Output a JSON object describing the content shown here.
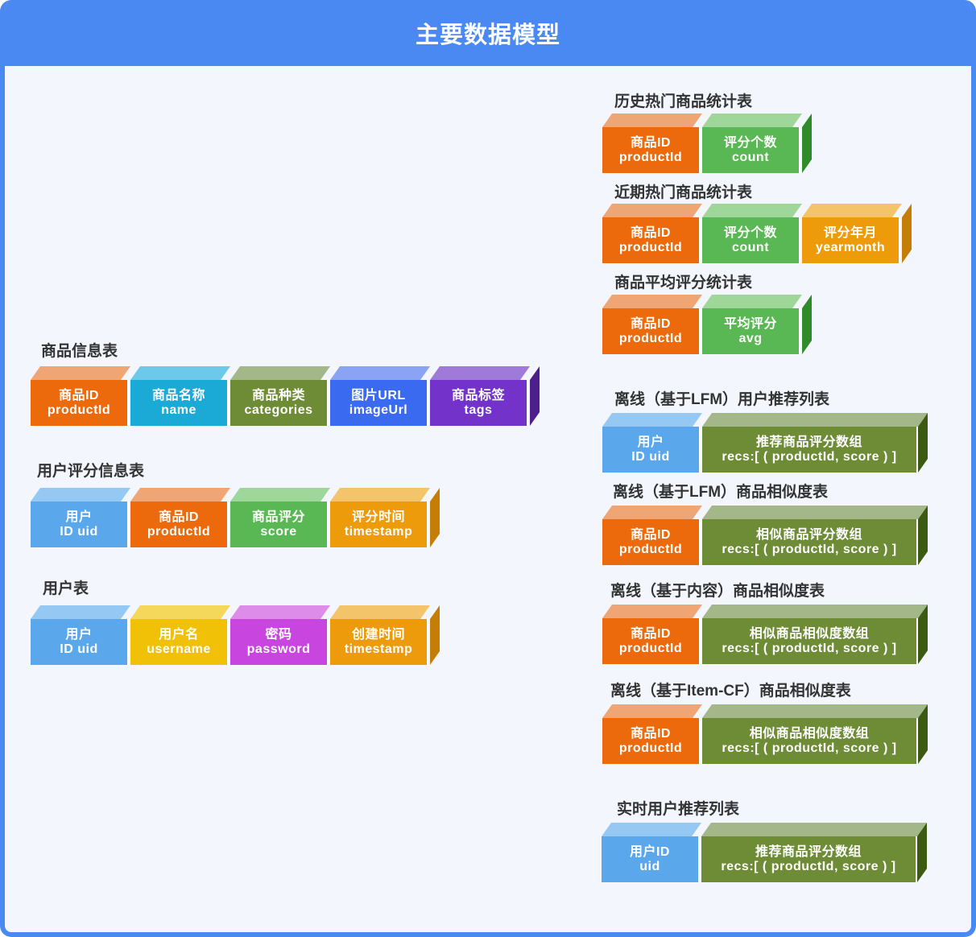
{
  "title": "主要数据模型",
  "colors": {
    "orange": {
      "front": "#ec6a0c",
      "top": "#f0a574",
      "side": "#b34e05"
    },
    "cyan": {
      "front": "#1ba9d6",
      "top": "#6cc9ea",
      "side": "#137a9b"
    },
    "olive": {
      "front": "#6e8c36",
      "top": "#a3b789",
      "side": "#3d5a12"
    },
    "blue": {
      "front": "#3a6af0",
      "top": "#8aa3f5",
      "side": "#2644b0"
    },
    "purple": {
      "front": "#7332c9",
      "top": "#a07ad9",
      "side": "#4c1f8c"
    },
    "sky": {
      "front": "#5aa7ec",
      "top": "#95c8f3",
      "side": "#2f78c0"
    },
    "green": {
      "front": "#5ab854",
      "top": "#9fd69a",
      "side": "#2f8a2a"
    },
    "amber": {
      "front": "#ee9b0b",
      "top": "#f3c46a",
      "side": "#c47e06"
    },
    "yellow": {
      "front": "#f0c106",
      "top": "#f3d85c",
      "side": "#c49a02"
    },
    "magenta": {
      "front": "#c845df",
      "top": "#dd8ce9",
      "side": "#9b27b0"
    }
  },
  "tables": [
    {
      "title": "商品信息表",
      "fields": [
        {
          "l1": "商品ID",
          "l2": "productId",
          "c": "orange"
        },
        {
          "l1": "商品名称",
          "l2": "name",
          "c": "cyan"
        },
        {
          "l1": "商品种类",
          "l2": "categories",
          "c": "olive"
        },
        {
          "l1": "图片URL",
          "l2": "imageUrl",
          "c": "blue"
        },
        {
          "l1": "商品标签",
          "l2": "tags",
          "c": "purple"
        }
      ]
    },
    {
      "title": "用户评分信息表",
      "fields": [
        {
          "l1": "用户",
          "l2": "ID uid",
          "c": "sky"
        },
        {
          "l1": "商品ID",
          "l2": "productId",
          "c": "orange"
        },
        {
          "l1": "商品评分",
          "l2": "score",
          "c": "green"
        },
        {
          "l1": "评分时间",
          "l2": "timestamp",
          "c": "amber"
        }
      ]
    },
    {
      "title": "用户表",
      "fields": [
        {
          "l1": "用户",
          "l2": "ID uid",
          "c": "sky"
        },
        {
          "l1": "用户名",
          "l2": "username",
          "c": "yellow"
        },
        {
          "l1": "密码",
          "l2": "password",
          "c": "magenta"
        },
        {
          "l1": "创建时间",
          "l2": "timestamp",
          "c": "amber"
        }
      ]
    },
    {
      "title": "历史热门商品统计表",
      "fields": [
        {
          "l1": "商品ID",
          "l2": "productId",
          "c": "orange"
        },
        {
          "l1": "评分个数",
          "l2": "count",
          "c": "green"
        }
      ]
    },
    {
      "title": "近期热门商品统计表",
      "fields": [
        {
          "l1": "商品ID",
          "l2": "productId",
          "c": "orange"
        },
        {
          "l1": "评分个数",
          "l2": "count",
          "c": "green"
        },
        {
          "l1": "评分年月",
          "l2": "yearmonth",
          "c": "amber"
        }
      ]
    },
    {
      "title": "商品平均评分统计表",
      "fields": [
        {
          "l1": "商品ID",
          "l2": "productId",
          "c": "orange"
        },
        {
          "l1": "平均评分",
          "l2": "avg",
          "c": "green"
        }
      ]
    },
    {
      "title": "离线（基于LFM）用户推荐列表",
      "fields": [
        {
          "l1": "用户",
          "l2": "ID uid",
          "c": "sky"
        },
        {
          "l1": "推荐商品评分数组",
          "l2": "recs:[ ( productId, score ) ]",
          "c": "olive",
          "wide": true
        }
      ]
    },
    {
      "title": "离线（基于LFM）商品相似度表",
      "fields": [
        {
          "l1": "商品ID",
          "l2": "productId",
          "c": "orange"
        },
        {
          "l1": "相似商品评分数组",
          "l2": "recs:[ ( productId, score ) ]",
          "c": "olive",
          "wide": true
        }
      ]
    },
    {
      "title": "离线（基于内容）商品相似度表",
      "fields": [
        {
          "l1": "商品ID",
          "l2": "productId",
          "c": "orange"
        },
        {
          "l1": "相似商品相似度数组",
          "l2": "recs:[ ( productId, score ) ]",
          "c": "olive",
          "wide": true
        }
      ]
    },
    {
      "title": "离线（基于Item-CF）商品相似度表",
      "fields": [
        {
          "l1": "商品ID",
          "l2": "productId",
          "c": "orange"
        },
        {
          "l1": "相似商品相似度数组",
          "l2": "recs:[ ( productId, score ) ]",
          "c": "olive",
          "wide": true
        }
      ]
    },
    {
      "title": "实时用户推荐列表",
      "fields": [
        {
          "l1": "用户ID",
          "l2": "uid",
          "c": "sky"
        },
        {
          "l1": "推荐商品评分数组",
          "l2": "recs:[ ( productId, score ) ]",
          "c": "olive",
          "wide": true
        }
      ]
    }
  ]
}
